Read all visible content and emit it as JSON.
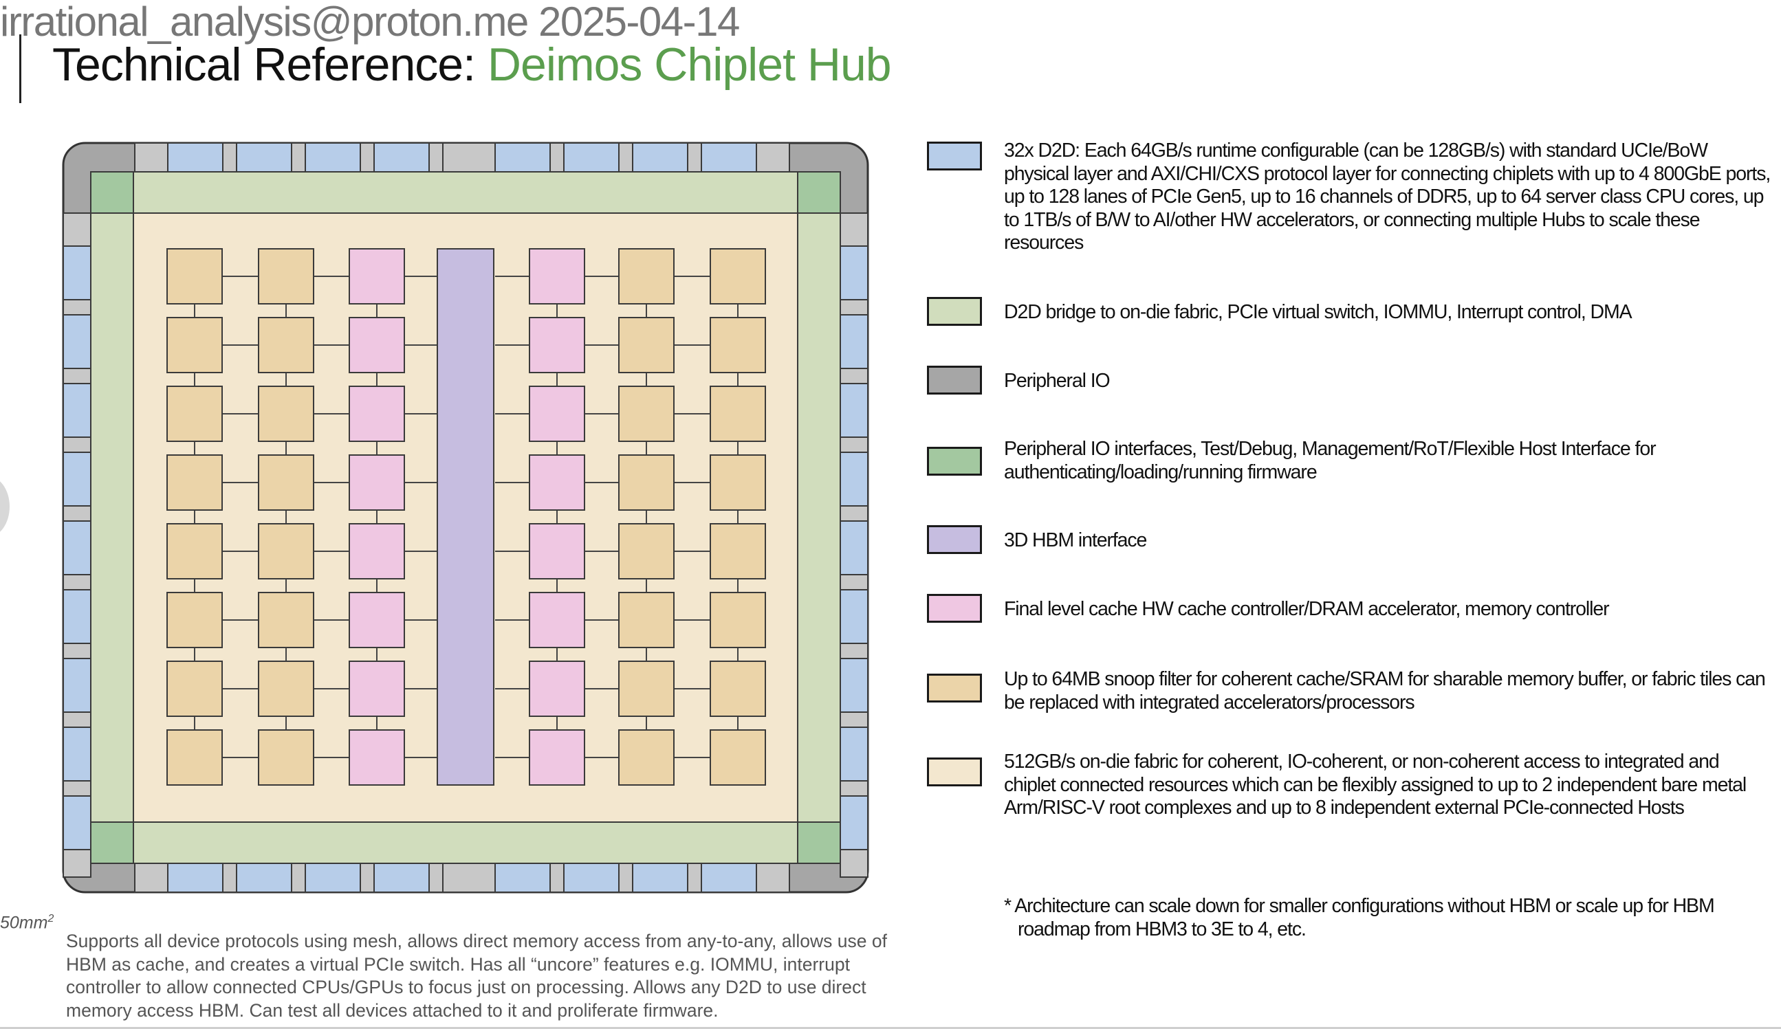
{
  "watermark": "irrational_analysis@proton.me  2025-04-14",
  "title": {
    "prefix": "Technical Reference: ",
    "accent": "Deimos Chiplet Hub"
  },
  "colors": {
    "d2d_blue": "#b7cde9",
    "bridge_green": "#d1ddbd",
    "peripheral_io_gray": "#a6a6a6",
    "peripheral_if_green": "#a3c8a0",
    "hbm_purple": "#c6bde0",
    "cache_pink": "#efc7e2",
    "snoop_tan": "#ebd4a9",
    "fabric_cream": "#f3e7cf",
    "title_accent": "#5b9e4e"
  },
  "area_label": {
    "value": "50mm",
    "superscript": "2"
  },
  "caption": "Supports all device protocols using mesh, allows direct memory access from any-to-any, allows use of HBM as cache, and creates a virtual PCIe switch. Has all “uncore” features e.g. IOMMU, interrupt controller to allow connected CPUs/GPUs to focus just on processing. Allows any D2D to use direct memory access HBM. Can test all devices attached to it and proliferate firmware.",
  "legend": [
    {
      "key": "d2d",
      "color": "#b7cde9",
      "text": "32x D2D: Each 64GB/s runtime configurable (can be 128GB/s) with standard UCIe/BoW physical layer and AXI/CHI/CXS protocol layer for connecting chiplets with up to 4 800GbE ports, up to 128 lanes of PCIe Gen5, up to 16 channels of DDR5, up to 64 server class CPU cores, up to 1TB/s of B/W to AI/other HW accelerators, or connecting multiple Hubs to scale these resources"
    },
    {
      "key": "bridge",
      "color": "#d1ddbd",
      "text": "D2D bridge to on-die fabric, PCIe virtual switch, IOMMU, Interrupt control, DMA"
    },
    {
      "key": "peripheral_io",
      "color": "#a6a6a6",
      "text": "Peripheral IO"
    },
    {
      "key": "peripheral_if",
      "color": "#a3c8a0",
      "text": "Peripheral IO interfaces, Test/Debug, Management/RoT/Flexible Host Interface for authenticating/loading/running firmware"
    },
    {
      "key": "hbm",
      "color": "#c6bde0",
      "text": "3D HBM interface"
    },
    {
      "key": "cache",
      "color": "#efc7e2",
      "text": "Final level cache HW cache controller/DRAM accelerator, memory controller"
    },
    {
      "key": "snoop",
      "color": "#ebd4a9",
      "text": "Up to 64MB snoop filter for coherent cache/SRAM for sharable memory buffer, or fabric tiles can be replaced with integrated accelerators/processors"
    },
    {
      "key": "fabric",
      "color": "#f3e7cf",
      "text": "512GB/s on-die fabric for coherent, IO-coherent, or non-coherent access to integrated and chiplet connected resources which can be flexibly assigned to up to 2 independent bare metal Arm/RISC-V root complexes and up to 8 independent external PCIe-connected Hosts"
    }
  ],
  "footnote": "* Architecture can scale down for smaller configurations without HBM or scale up for HBM roadmap from HBM3 to 3E to 4, etc.",
  "chip": {
    "column_types": [
      "snoop",
      "snoop",
      "cache",
      "hbm",
      "cache",
      "snoop",
      "snoop"
    ],
    "rows": 8
  }
}
